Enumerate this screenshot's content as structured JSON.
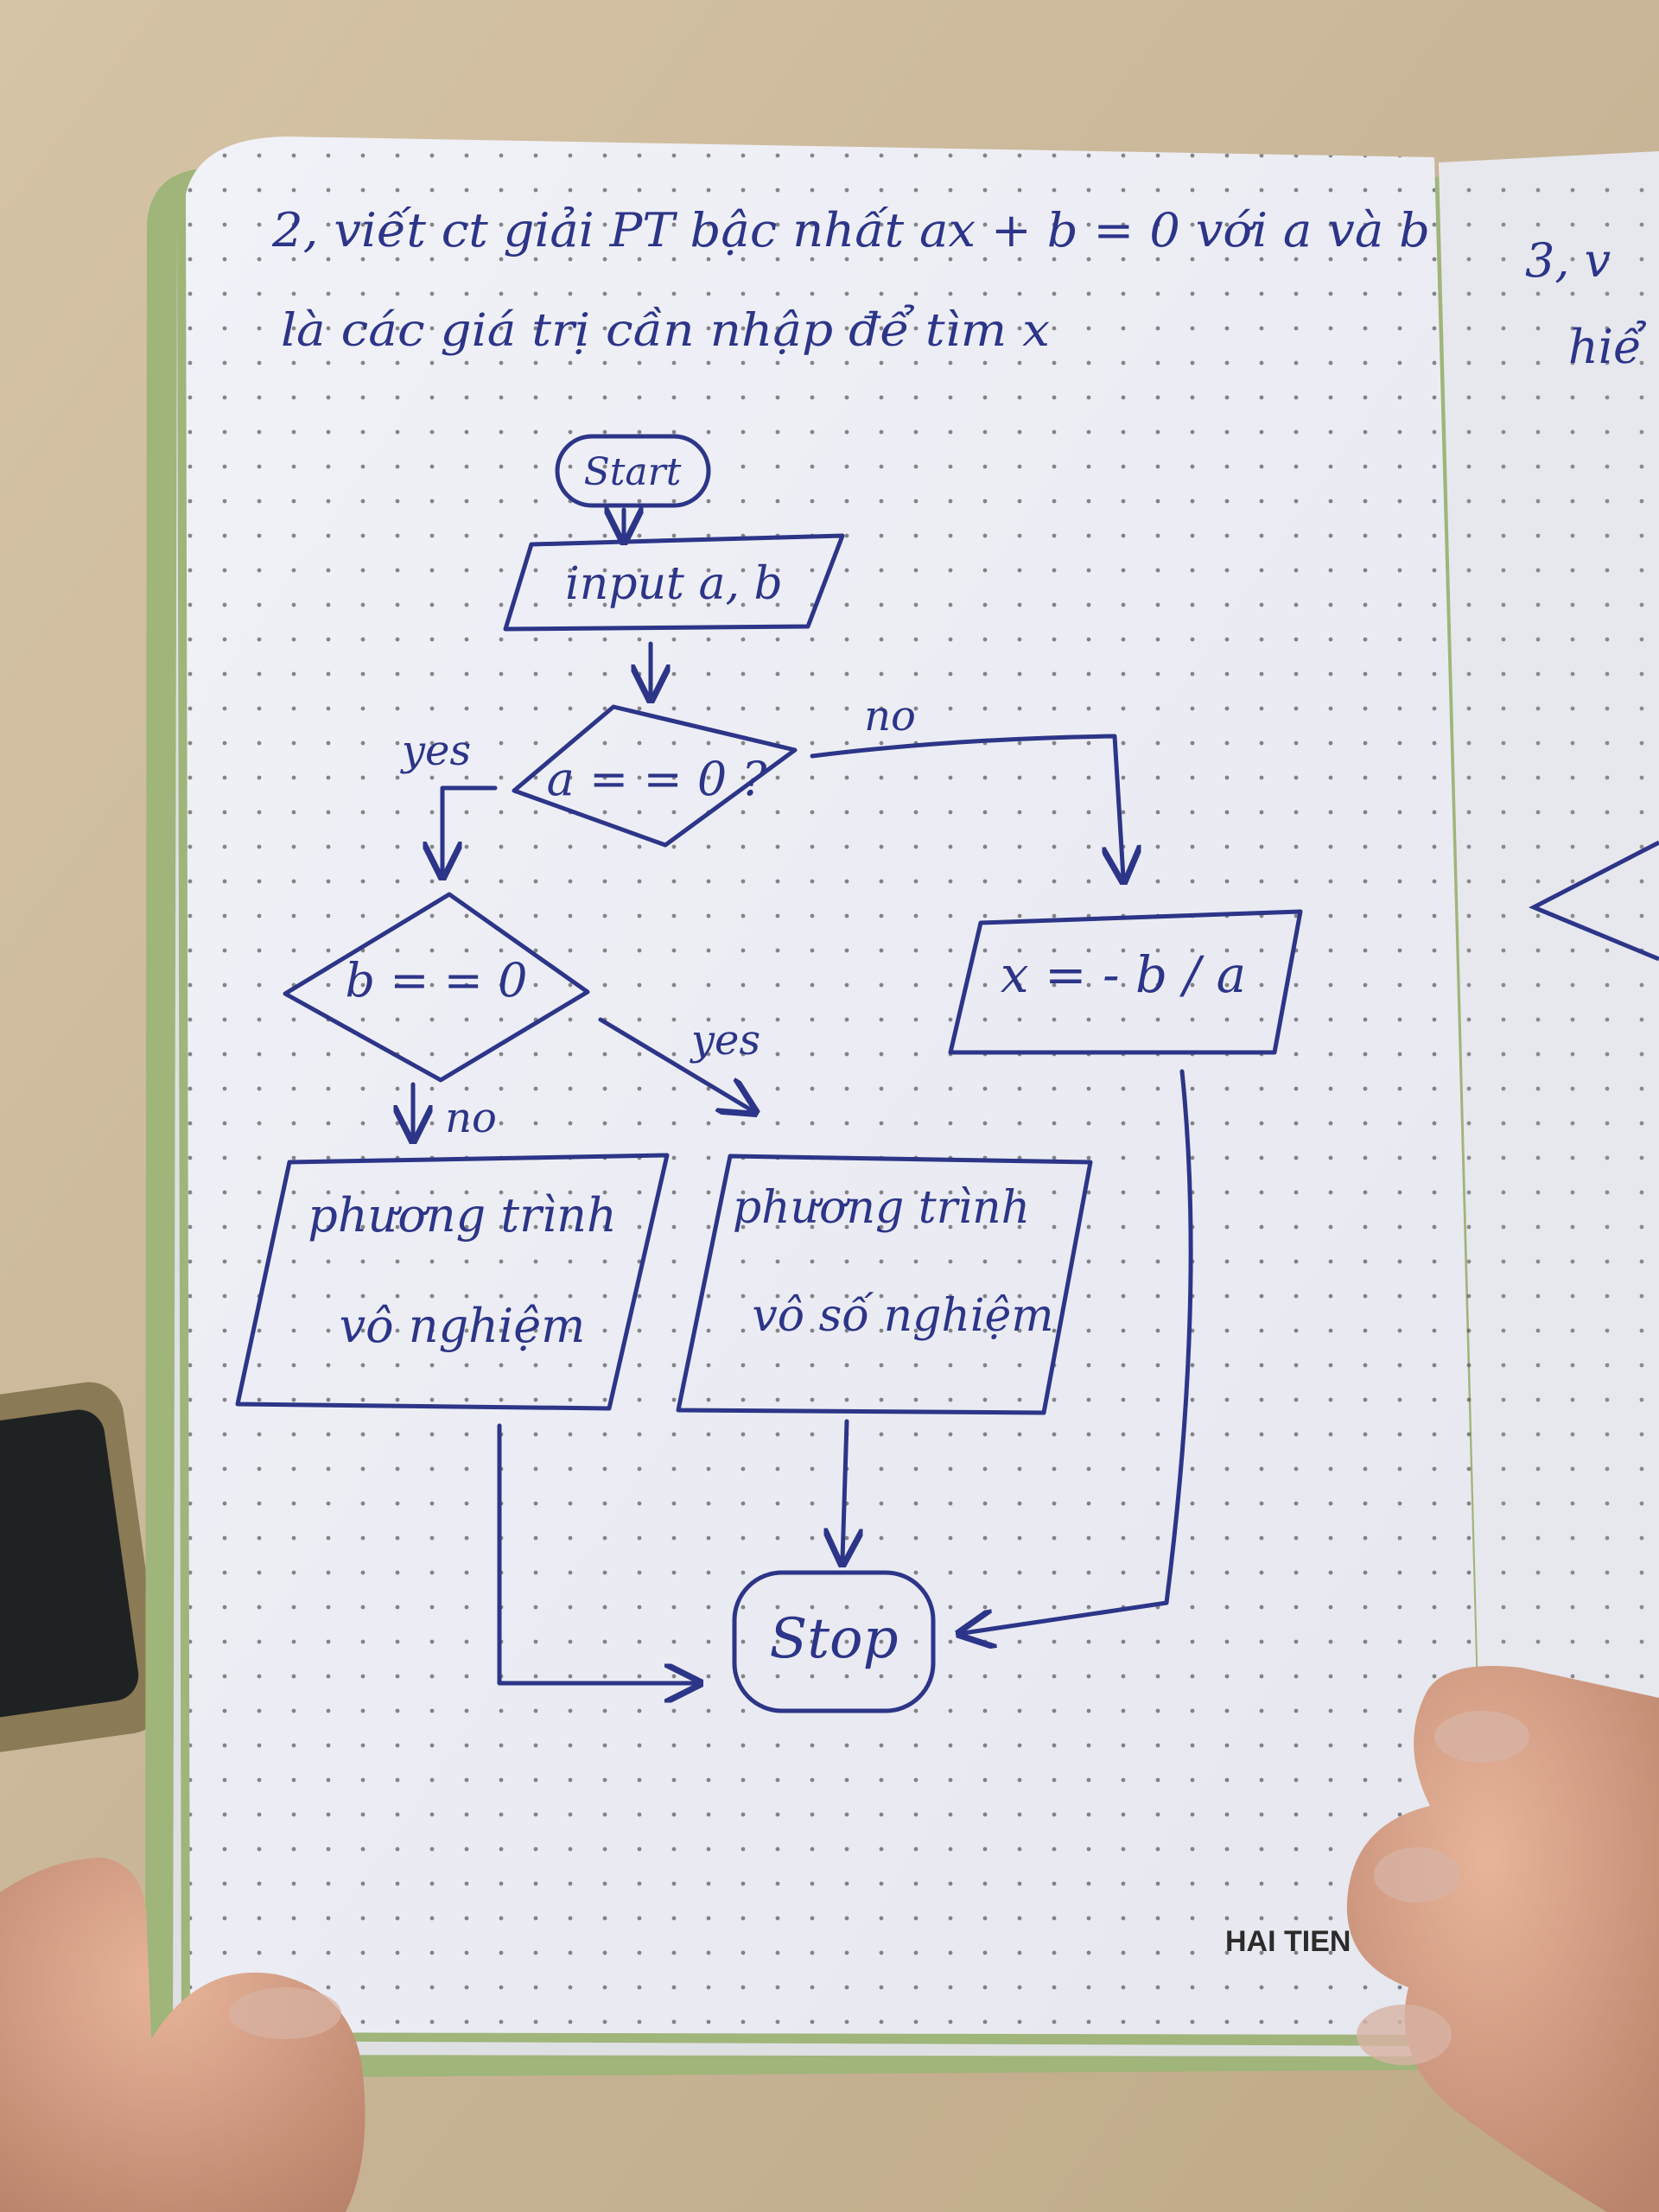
{
  "notebook": {
    "heading_line1": "2, viết ct giải PT bậc nhất ax + b = 0 với a và b",
    "heading_line2": "là các giá trị cần nhập để tìm x",
    "next_page_line1": "3, v",
    "next_page_line2": "hiể",
    "brand": "HAI TIEN"
  },
  "flowchart": {
    "start": "Start",
    "input": "input a, b",
    "decision_a": "a = = 0 ?",
    "decision_b": "b = = 0",
    "yes_a": "yes",
    "no_a": "no",
    "yes_b": "yes",
    "no_b": "no",
    "assign": "x = - b / a",
    "box_no_solution_line1": "phương trình",
    "box_no_solution_line2": "vô nghiệm",
    "box_infinite_line1": "phương trình",
    "box_infinite_line2": "vô số nghiệm",
    "stop": "Stop"
  },
  "colors": {
    "ink": "#2c3588",
    "paper": "#eeeff6",
    "cover": "#9fb57a",
    "desk": "#cdb99a"
  }
}
